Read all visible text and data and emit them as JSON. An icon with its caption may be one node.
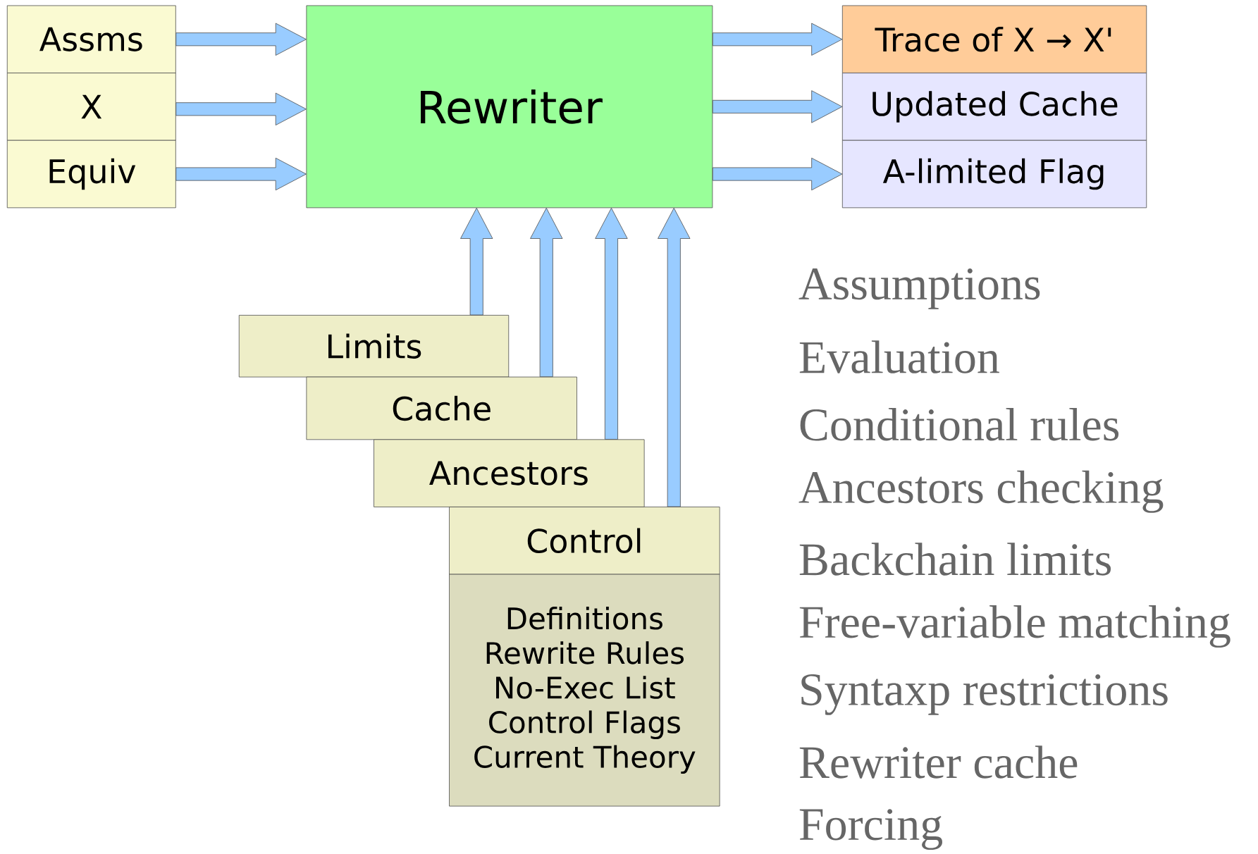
{
  "diagram": {
    "nodes": [
      {
        "text": [
          "Assms"
        ]
      },
      {
        "text": [
          "X"
        ]
      },
      {
        "text": [
          "Equiv"
        ]
      },
      {
        "text": [
          "Rewriter"
        ]
      },
      {
        "text": [
          "Trace of X → X'"
        ]
      },
      {
        "text": [
          "Updated Cache"
        ]
      },
      {
        "text": [
          "A-limited Flag"
        ]
      },
      {
        "text": [
          "Limits"
        ]
      },
      {
        "text": [
          "Cache"
        ]
      },
      {
        "text": [
          "Ancestors"
        ]
      },
      {
        "text": [
          "Control"
        ]
      },
      {
        "text": [
          "Definitions",
          "Rewrite Rules",
          "No-Exec List",
          "Control Flags",
          "Current Theory"
        ]
      }
    ],
    "edges": [
      {
        "from": 0,
        "to": 3,
        "arrow": "to"
      },
      {
        "from": 1,
        "to": 3,
        "arrow": "to"
      },
      {
        "from": 2,
        "to": 3,
        "arrow": "to"
      },
      {
        "from": 3,
        "to": 4,
        "arrow": "to"
      },
      {
        "from": 3,
        "to": 5,
        "arrow": "to"
      },
      {
        "from": 3,
        "to": 6,
        "arrow": "to"
      },
      {
        "from": 7,
        "to": 3,
        "arrow": "to"
      },
      {
        "from": 8,
        "to": 3,
        "arrow": "to"
      },
      {
        "from": 9,
        "to": 3,
        "arrow": "to"
      },
      {
        "from": 10,
        "to": 3,
        "arrow": "to"
      }
    ],
    "labels": [
      "Assumptions",
      "Evaluation",
      "Conditional rules",
      "Ancestors checking",
      "Backchain limits",
      "Free-variable matching",
      "Syntaxp restrictions",
      "Rewriter cache",
      "Forcing"
    ]
  }
}
